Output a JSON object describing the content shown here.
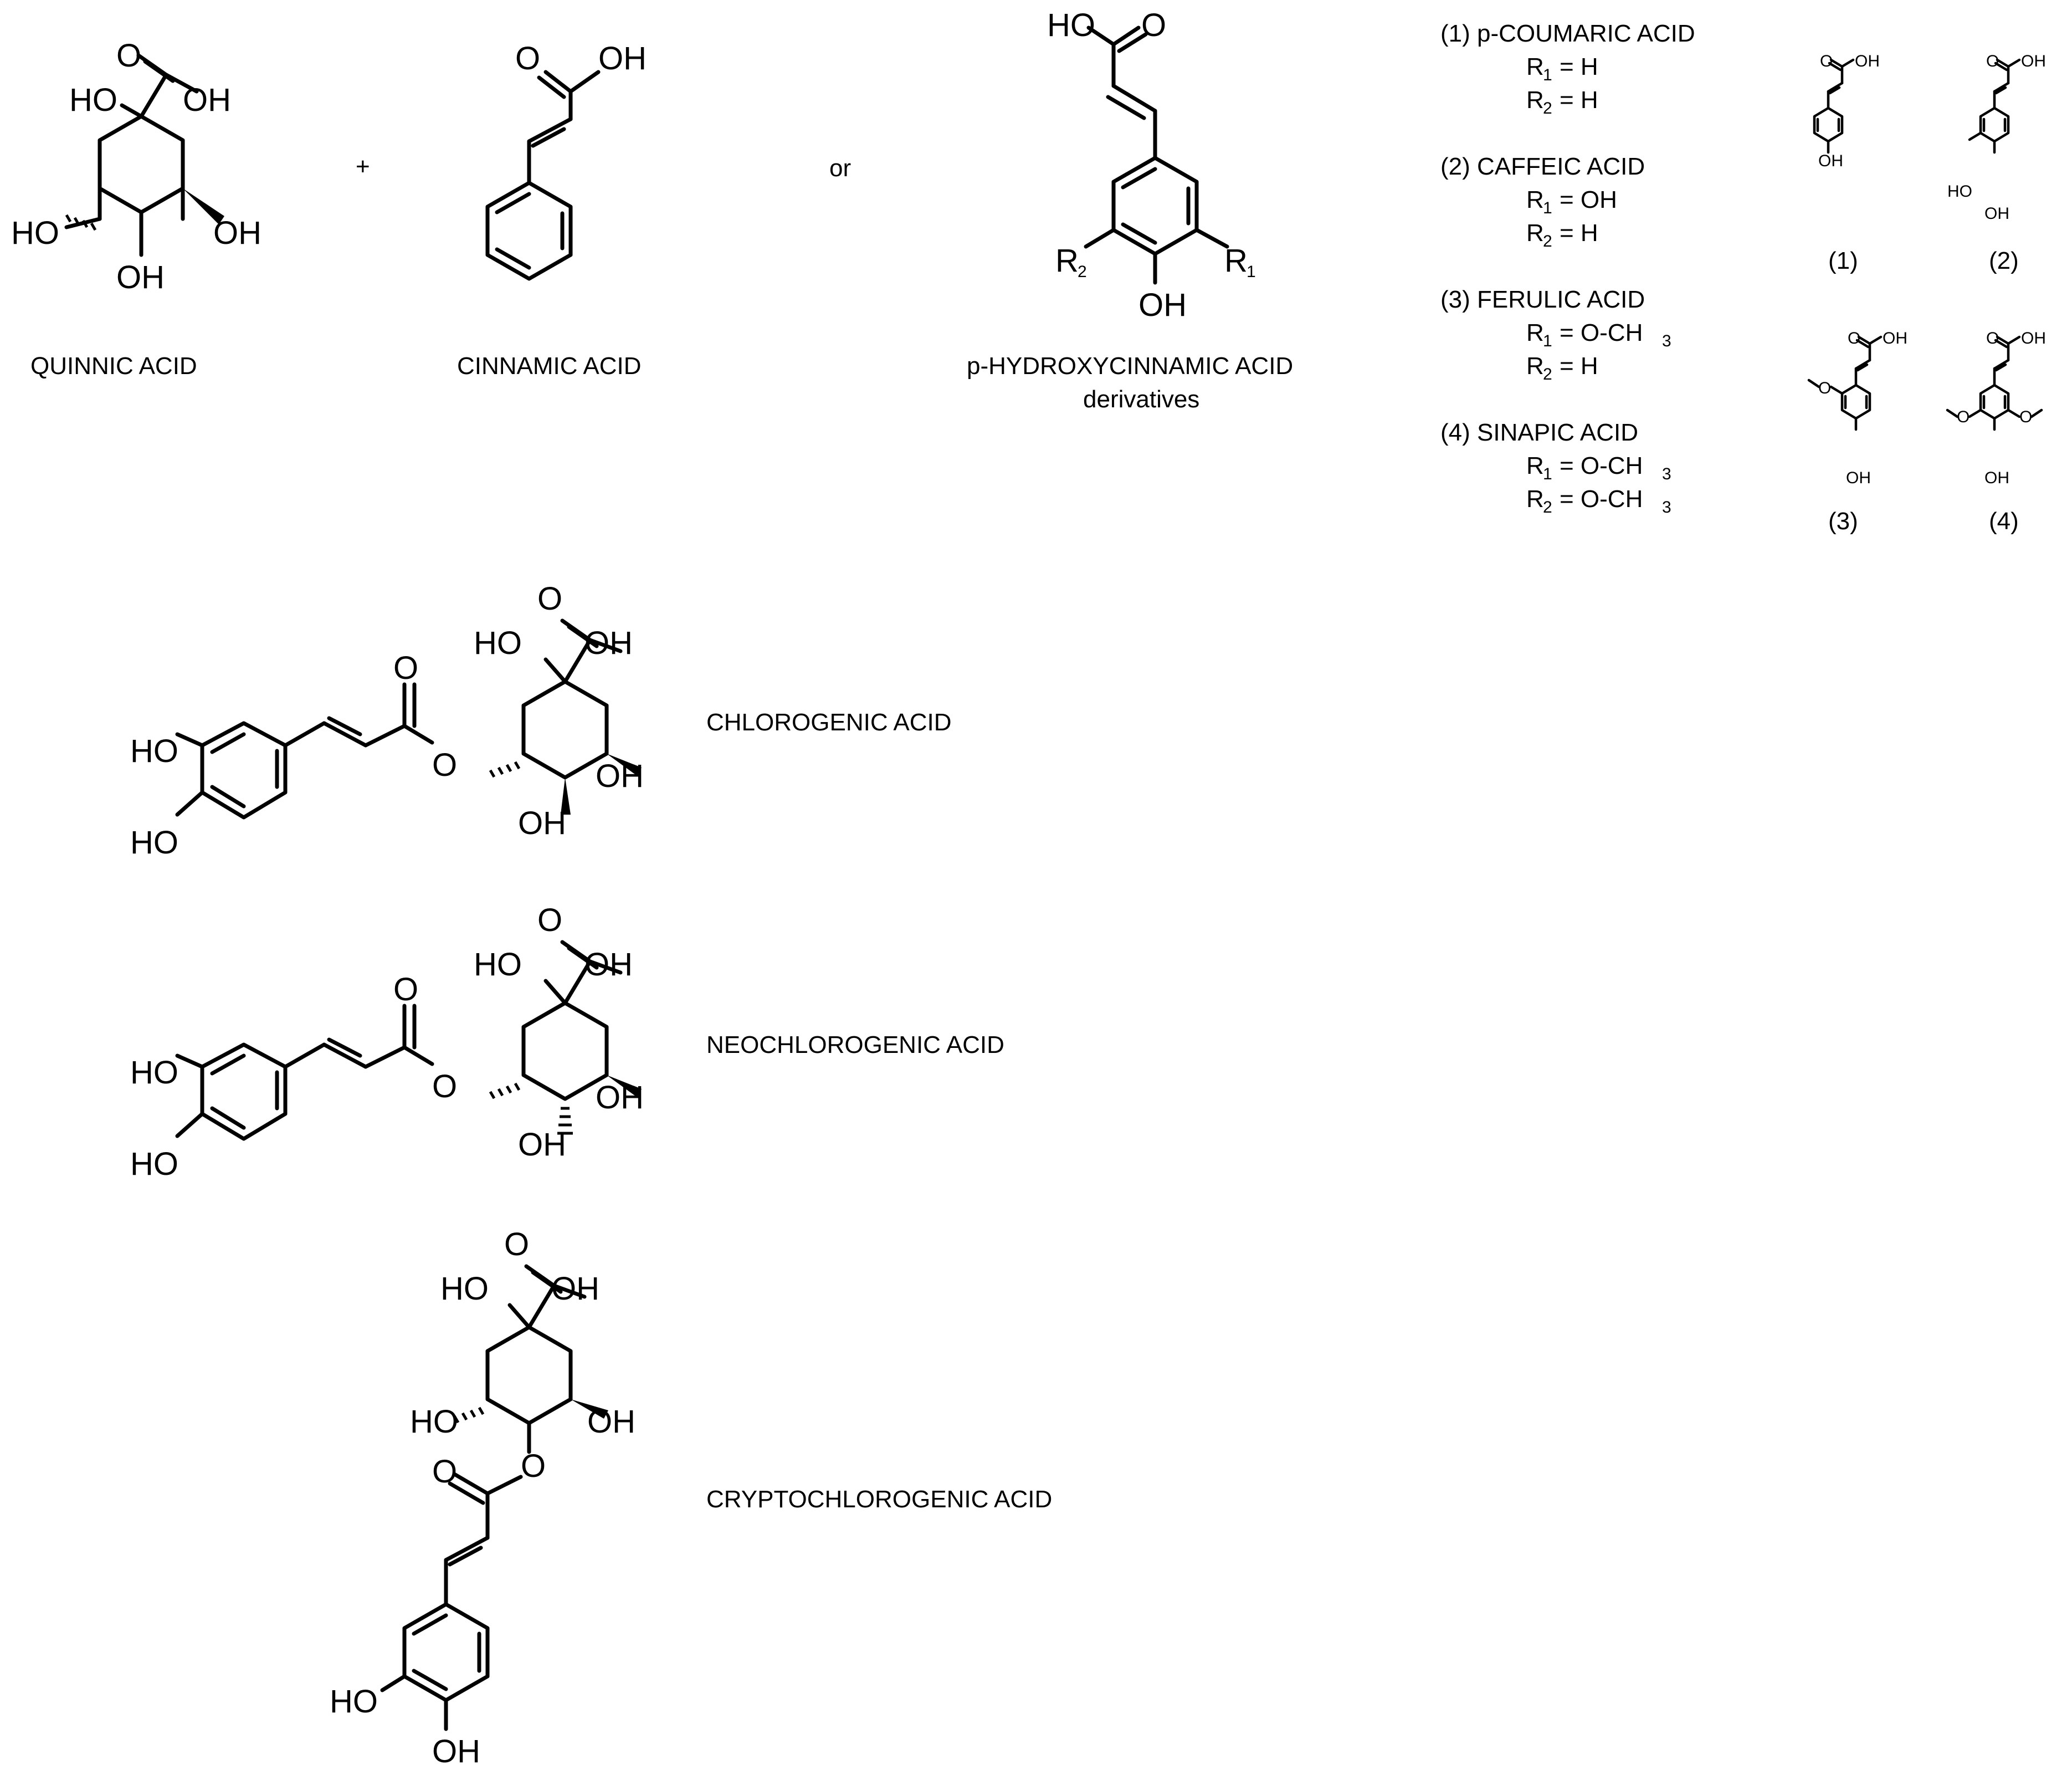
{
  "top_row": {
    "quinnic_label": "QUINNIC ACID",
    "plus": "+",
    "cinnamic_label": "CINNAMIC ACID",
    "or": "or",
    "hydroxy_label": "p-HYDROXYCINNAMIC ACID",
    "hydroxy_sub": "derivatives"
  },
  "legend": [
    {
      "title": "(1) p-COUMARIC ACID",
      "r1": "= H",
      "r2": "= H"
    },
    {
      "title": "(2) CAFFEIC ACID",
      "r1": "= OH",
      "r2": "= H"
    },
    {
      "title": "(3) FERULIC ACID",
      "r1": "= O-CH",
      "r2": "= H"
    },
    {
      "title": "(4) SINAPIC ACID",
      "r1": "= O-CH",
      "r2": "= O-CH"
    }
  ],
  "small_labels": [
    "(1)",
    "(2)",
    "(3)",
    "(4)"
  ],
  "bottom": {
    "chlorogenic": "CHLOROGENIC ACID",
    "neochlorogenic": "NEOCHLOROGENIC ACID",
    "cryptochlorogenic": "CRYPTOCHLOROGENIC ACID"
  },
  "atoms": {
    "HO": "HO",
    "OH": "OH",
    "O": "O",
    "R": "R",
    "sub1": "1",
    "sub2": "2",
    "sub3": "3"
  }
}
